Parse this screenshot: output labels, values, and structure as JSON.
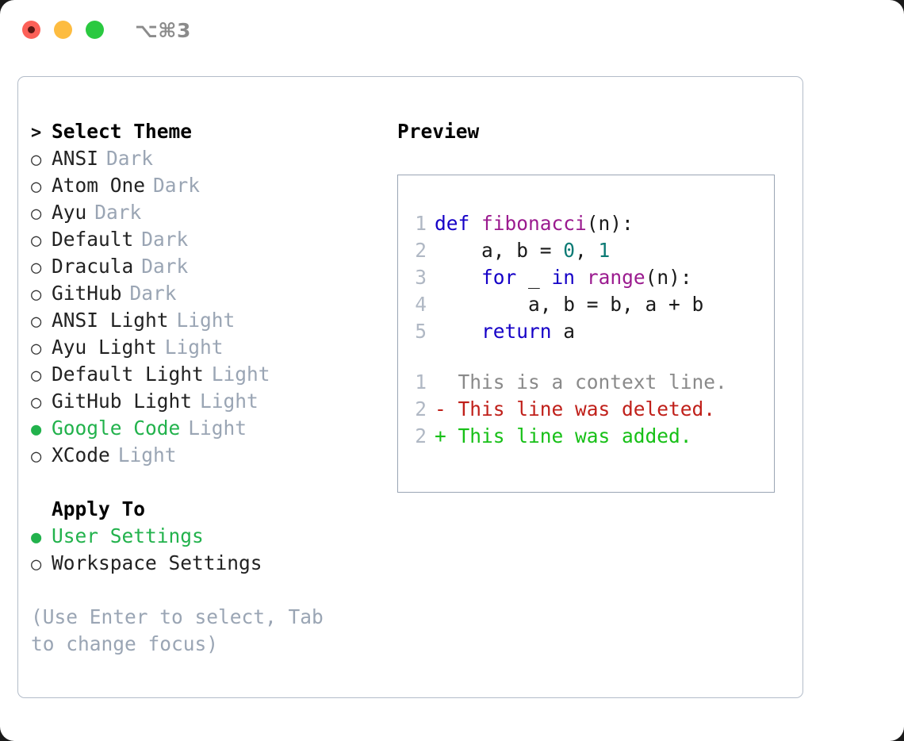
{
  "window": {
    "shortcut": "⌥⌘3",
    "traffic_lights": [
      {
        "name": "close",
        "color": "#fc6058"
      },
      {
        "name": "minimize",
        "color": "#fdbc40"
      },
      {
        "name": "maximize",
        "color": "#2ac940"
      }
    ]
  },
  "theme_panel": {
    "heading": {
      "marker": ">",
      "label": "Select Theme"
    },
    "items": [
      {
        "marker": "○",
        "label": "ANSI",
        "tag": "Dark",
        "selected": false
      },
      {
        "marker": "○",
        "label": "Atom One",
        "tag": "Dark",
        "selected": false
      },
      {
        "marker": "○",
        "label": "Ayu",
        "tag": "Dark",
        "selected": false
      },
      {
        "marker": "○",
        "label": "Default",
        "tag": "Dark",
        "selected": false
      },
      {
        "marker": "○",
        "label": "Dracula",
        "tag": "Dark",
        "selected": false
      },
      {
        "marker": "○",
        "label": "GitHub",
        "tag": "Dark",
        "selected": false
      },
      {
        "marker": "○",
        "label": "ANSI Light",
        "tag": "Light",
        "selected": false
      },
      {
        "marker": "○",
        "label": "Ayu Light",
        "tag": "Light",
        "selected": false
      },
      {
        "marker": "○",
        "label": "Default Light",
        "tag": "Light",
        "selected": false
      },
      {
        "marker": "○",
        "label": "GitHub Light",
        "tag": "Light",
        "selected": false
      },
      {
        "marker": "●",
        "label": "Google Code",
        "tag": "Light",
        "selected": true
      },
      {
        "marker": "○",
        "label": "XCode",
        "tag": "Light",
        "selected": false
      }
    ]
  },
  "apply_to": {
    "heading": {
      "marker": "",
      "label": "Apply To"
    },
    "items": [
      {
        "marker": "●",
        "label": "User Settings",
        "selected": true
      },
      {
        "marker": "○",
        "label": "Workspace Settings",
        "selected": false
      }
    ]
  },
  "hint": "(Use Enter to select, Tab to change focus)",
  "preview": {
    "title": "Preview",
    "code_lines": [
      {
        "num": "1",
        "tokens": [
          {
            "t": "def ",
            "c": "kw"
          },
          {
            "t": "fibonacci",
            "c": "fn"
          },
          {
            "t": "(n):",
            "c": "pl"
          }
        ]
      },
      {
        "num": "2",
        "tokens": [
          {
            "t": "    a, b = ",
            "c": "pl"
          },
          {
            "t": "0",
            "c": "num"
          },
          {
            "t": ", ",
            "c": "pl"
          },
          {
            "t": "1",
            "c": "num"
          }
        ]
      },
      {
        "num": "3",
        "tokens": [
          {
            "t": "    ",
            "c": "pl"
          },
          {
            "t": "for",
            "c": "kw"
          },
          {
            "t": " _ ",
            "c": "pl"
          },
          {
            "t": "in",
            "c": "kw"
          },
          {
            "t": " ",
            "c": "pl"
          },
          {
            "t": "range",
            "c": "fn"
          },
          {
            "t": "(n):",
            "c": "pl"
          }
        ]
      },
      {
        "num": "4",
        "tokens": [
          {
            "t": "        a, b = b, a + b",
            "c": "pl"
          }
        ]
      },
      {
        "num": "5",
        "tokens": [
          {
            "t": "    ",
            "c": "pl"
          },
          {
            "t": "return",
            "c": "kw"
          },
          {
            "t": " a",
            "c": "pl"
          }
        ]
      }
    ],
    "diff_lines": [
      {
        "num": "1",
        "sign": " ",
        "text": " This is a context line.",
        "kind": "ctx"
      },
      {
        "num": "2",
        "sign": "-",
        "text": " This line was deleted.",
        "kind": "del"
      },
      {
        "num": "2",
        "sign": "+",
        "text": " This line was added.",
        "kind": "add"
      }
    ]
  },
  "colors": {
    "accent_green": "#22b24c",
    "muted_gray": "#9aa5b4",
    "keyword_blue": "#1500c7",
    "function_purple": "#9b1b8f",
    "number_teal": "#0b7a74",
    "diff_delete_red": "#c0201a",
    "diff_add_green": "#17c017",
    "border": "#b3bcc9"
  }
}
